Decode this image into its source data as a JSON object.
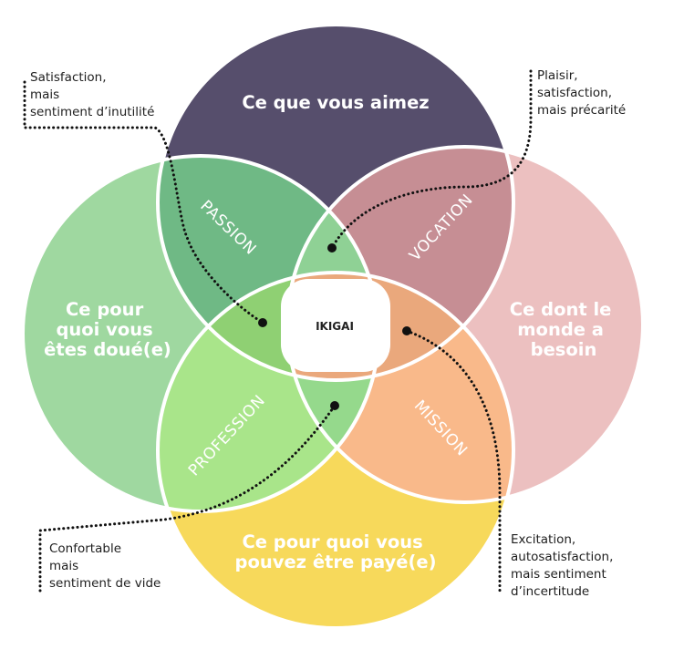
{
  "colors": {
    "love": "#564e6c",
    "need": "#ecc0c0",
    "paid": "#f7d95b",
    "good": "#9fd8a0",
    "passion": "#6fb985",
    "vocation": "#c68e94",
    "mission": "#f9b98a",
    "profession": "#a9e58a",
    "center": "#ffffff"
  },
  "circles": {
    "love": {
      "lines": [
        "Ce que vous aimez"
      ]
    },
    "good": {
      "lines": [
        "Ce pour",
        "quoi vous",
        "êtes doué(e)"
      ]
    },
    "need": {
      "lines": [
        "Ce dont le",
        "monde a",
        "besoin"
      ]
    },
    "paid": {
      "lines": [
        "Ce pour quoi vous",
        "pouvez être payé(e)"
      ]
    }
  },
  "zones": {
    "passion": "PASSION",
    "vocation": "VOCATION",
    "mission": "MISSION",
    "profession": "PROFESSION"
  },
  "center": "IKIGAI",
  "notes": {
    "passion": [
      "Satisfaction,",
      "mais",
      "sentiment d’inutilité"
    ],
    "vocation": [
      "Plaisir,",
      "satisfaction,",
      "mais précarité"
    ],
    "profession": [
      "Confortable",
      "mais",
      "sentiment de vide"
    ],
    "mission": [
      "Excitation,",
      "autosatisfaction,",
      "mais sentiment",
      "d’incertitude"
    ]
  }
}
